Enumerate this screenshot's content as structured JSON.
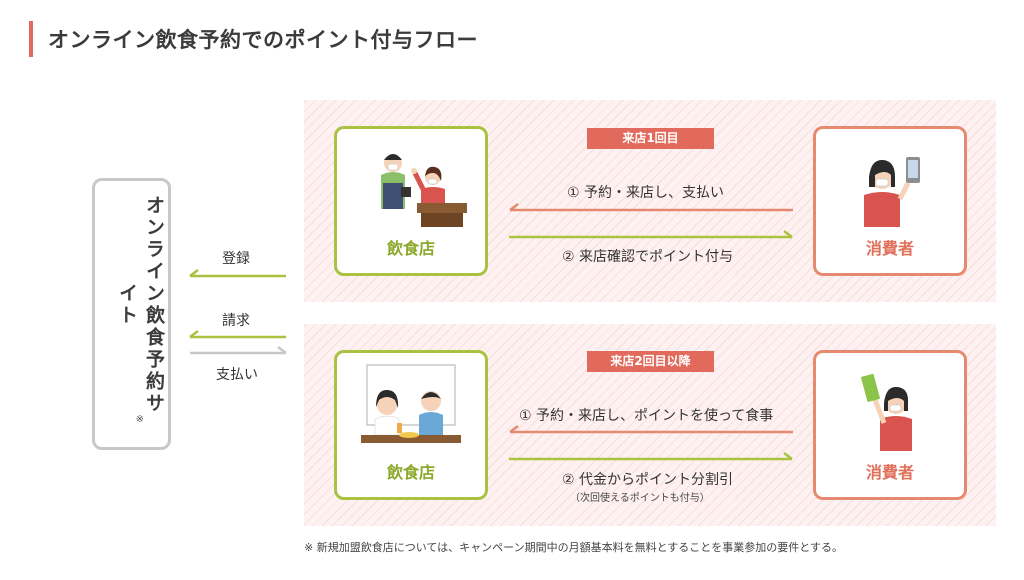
{
  "title": "オンライン飲食予約でのポイント付与フロー",
  "site": {
    "label": "オンライン飲食予約サイト",
    "note": "※"
  },
  "restaurant_label": "飲食店",
  "consumer_label": "消費者",
  "visit1": {
    "badge": "来店1回目",
    "arrow_left": "① 予約・来店し、支払い",
    "arrow_right": "② 来店確認でポイント付与"
  },
  "visit2": {
    "badge": "来店2回目以降",
    "arrow_left": "① 予約・来店し、ポイントを使って食事",
    "arrow_right": "② 代金からポイント分割引",
    "arrow_right_sub": "（次回使えるポイントも付与）"
  },
  "left_flows": {
    "register": "登録",
    "invoice": "請求",
    "payment": "支払い"
  },
  "footnote": "※ 新規加盟飲食店については、キャンペーン期間中の月額基本料を無料とすることを事業参加の要件とする。",
  "colors": {
    "accent": "#e26a5c",
    "green": "#a9c23f",
    "orange": "#e58a70",
    "gray": "#c8c8c8"
  }
}
